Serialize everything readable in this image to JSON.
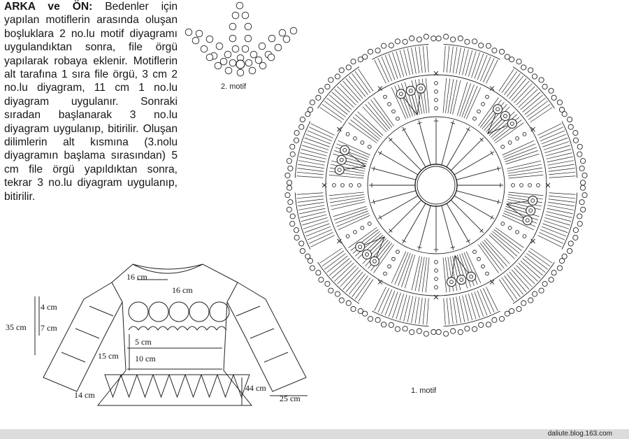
{
  "instructions": {
    "lead": "ARKA ve ÖN:",
    "body": "Bedenler için yapılan motiflerin arasında oluşan boşluklara 2 no.lu motif diyagramı uygulandıktan sonra, file örgü yapılarak robaya eklenir. Motiflerin alt tarafına 1 sıra file örgü, 3 cm 2 no.lu diyagram, 11 cm 1 no.lu diyagram uygulanır. Sonraki sıradan başlanarak 3 no.lu diyagram uygulanıp, bitirilir. Oluşan dilimlerin alt kısmına (3.nolu diyagramın başlama sırasından) 5 cm file örgü yapıldıktan sonra, tekrar 3 no.lu diyagram uygulanıp, bitirilir."
  },
  "motif2": {
    "caption": "2. motif"
  },
  "motif1": {
    "caption": "1. motif"
  },
  "schematic": {
    "neck_width": "16 cm",
    "yoke_width": "16 cm",
    "sleeve_top": "4 cm",
    "sleeve_mid": "7 cm",
    "sleeve_total": "35 cm",
    "band_5": "5 cm",
    "band_10": "10 cm",
    "side_15": "15 cm",
    "cuff": "14 cm",
    "length": "44 cm",
    "hem_half": "25 cm"
  },
  "footer": {
    "source": "daliute.blog.163.com"
  }
}
